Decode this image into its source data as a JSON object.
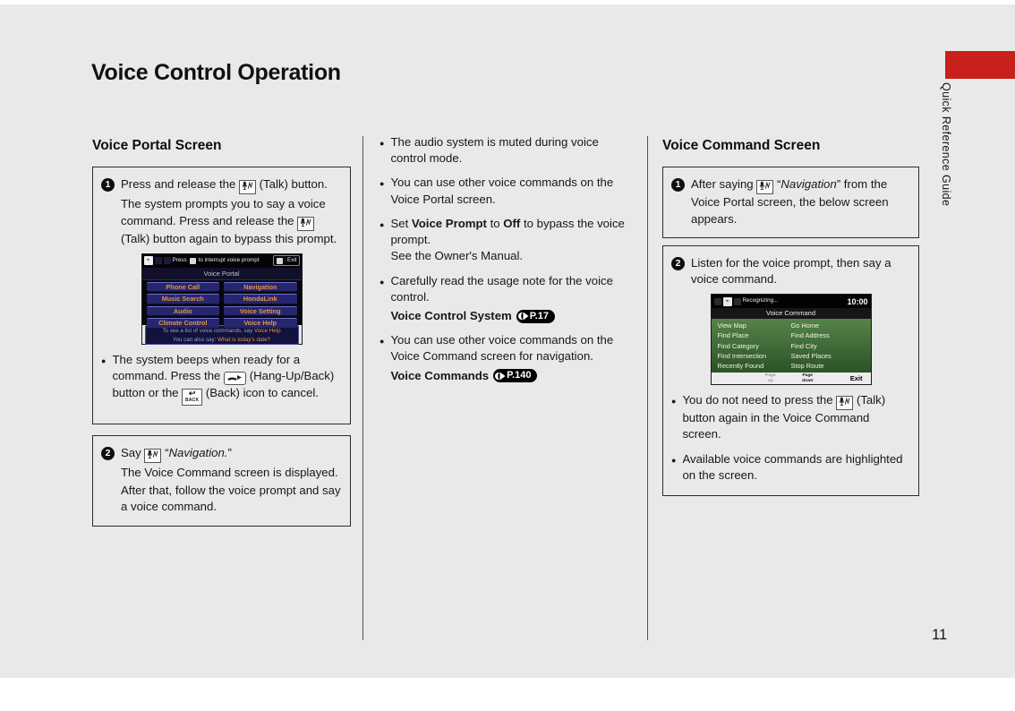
{
  "page": {
    "title": "Voice Control Operation",
    "side_tab": "Quick Reference Guide",
    "page_number": "11"
  },
  "colors": {
    "tab_red": "#c8201a",
    "portal_button_bg": "#26266e",
    "portal_accent_text": "#dc9648",
    "command_green": "#3c6b33",
    "badge_bg": "#000000"
  },
  "portal_section": {
    "header": "Voice Portal Screen",
    "step1": {
      "num": "1",
      "r1": "Press and release the",
      "r2": "(Talk) button.",
      "r3": "The system prompts you to say a voice command. Press and release the",
      "r4": "(Talk) button again to bypass this prompt."
    },
    "note": {
      "r1": "The system beeps when ready for a command. Press the",
      "r2": "(Hang-Up/Back) button or the",
      "r3": "(Back) icon to cancel."
    },
    "step2": {
      "num": "2",
      "r1": "Say",
      "quote_open": "“",
      "nav": "Navigation.",
      "quote_close": "”",
      "r2": "The Voice Command screen is displayed.",
      "r3": "After that, follow the voice prompt and say a voice command."
    }
  },
  "portal_screen": {
    "status_press": "Press",
    "status_rest": "to interrupt voice prompt",
    "exit_label": ": Exit",
    "title": "Voice Portal",
    "buttons": [
      "Phone Call",
      "Navigation",
      "Music Search",
      "HondaLink",
      "Audio",
      "Voice Setting",
      "Climate Control",
      "Voice Help"
    ],
    "hint1_pre": "To see a list of voice commands, say ",
    "hint1_hl": "Voice Help",
    "hint2_pre": "You can also say: ",
    "hint2_hl": "What is today's date?"
  },
  "middle_notes": {
    "b1": "The audio system is muted during voice control mode.",
    "b2": "You can use other voice commands on the Voice Portal screen.",
    "b3_r1": "Set ",
    "b3_b1": "Voice Prompt",
    "b3_r2": " to ",
    "b3_b2": "Off",
    "b3_r3": " to bypass the voice prompt.",
    "b3_line2": "See the Owner's Manual.",
    "b4": "Carefully read the usage note for the voice control.",
    "b4_ref": "Voice Control System",
    "b4_page": "P.17",
    "b5": "You can use other voice commands on the Voice Command screen for navigation.",
    "b5_ref": "Voice Commands",
    "b5_page": "P.140"
  },
  "command_section": {
    "header": "Voice Command Screen",
    "step1": {
      "num": "1",
      "r1": "After saying",
      "quote_open": "“",
      "nav": "Navigation",
      "quote_close": "”",
      "r2": "from the Voice Portal screen, the below screen appears."
    },
    "step2": {
      "num": "2",
      "text": "Listen for the voice prompt, then say a voice command."
    },
    "b1_r1": "You do not need to press the",
    "b1_r2": "(Talk) button again in the Voice Command screen.",
    "b2": "Available voice commands are highlighted on the screen."
  },
  "command_screen": {
    "status": "Recognizing...",
    "time": "10:00",
    "title": "Voice Command",
    "left": [
      "View Map",
      "Find Place",
      "Find Category",
      "Find Intersection",
      "Recently Found"
    ],
    "right": [
      "Go Home",
      "Find Address",
      "Find City",
      "Saved Places",
      "Stop Route"
    ],
    "page_up_line1": "Page",
    "page_up_line2": "up",
    "page_down_line1": "Page",
    "page_down_line2": "down",
    "exit": "Exit"
  }
}
